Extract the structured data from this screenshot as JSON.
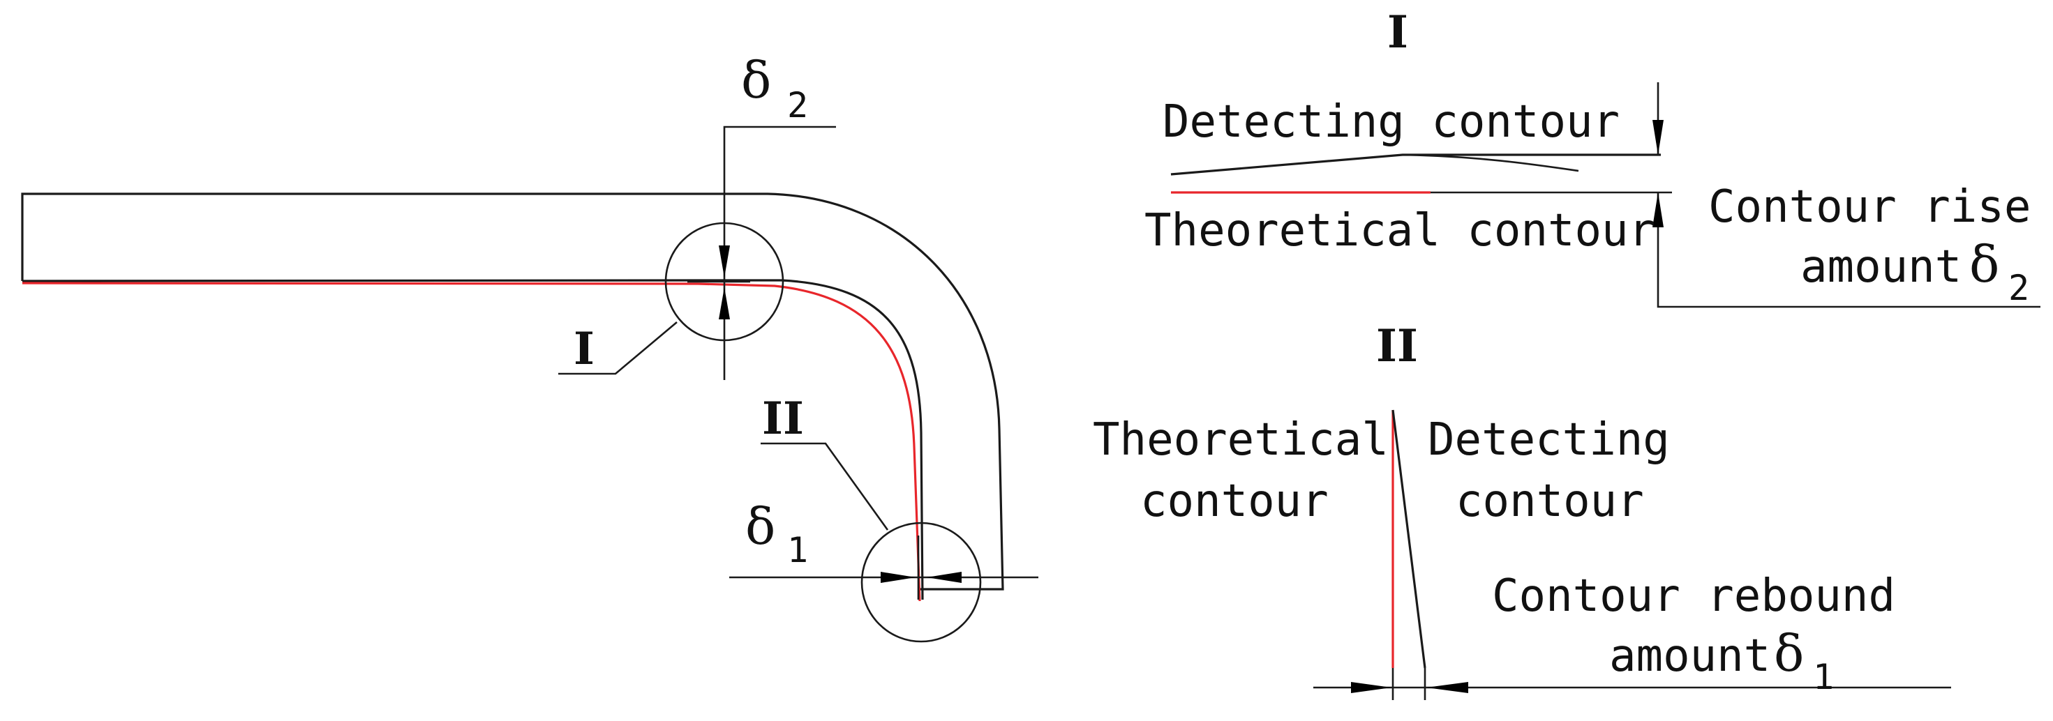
{
  "main_view": {
    "delta2_symbol": "δ",
    "delta2_sub": "2",
    "delta1_symbol": "δ",
    "delta1_sub": "1",
    "detail_I_marker": "I",
    "detail_II_marker": "II"
  },
  "detail_I": {
    "title": "I",
    "detecting_label": "Detecting contour",
    "theoretical_label": "Theoretical contour",
    "rise_line1": "Contour rise",
    "rise_line2_text": "amount",
    "rise_symbol": "δ",
    "rise_sub": "2"
  },
  "detail_II": {
    "title": "II",
    "theoretical_line1": "Theoretical",
    "theoretical_line2": "contour",
    "detecting_line1": "Detecting",
    "detecting_line2": "contour",
    "rebound_line1": "Contour rebound",
    "rebound_line2_text": "amount",
    "rebound_symbol": "δ",
    "rebound_sub": "1"
  },
  "colors": {
    "theoretical_contour": "#e8262b",
    "line": "#1a1a1a"
  }
}
